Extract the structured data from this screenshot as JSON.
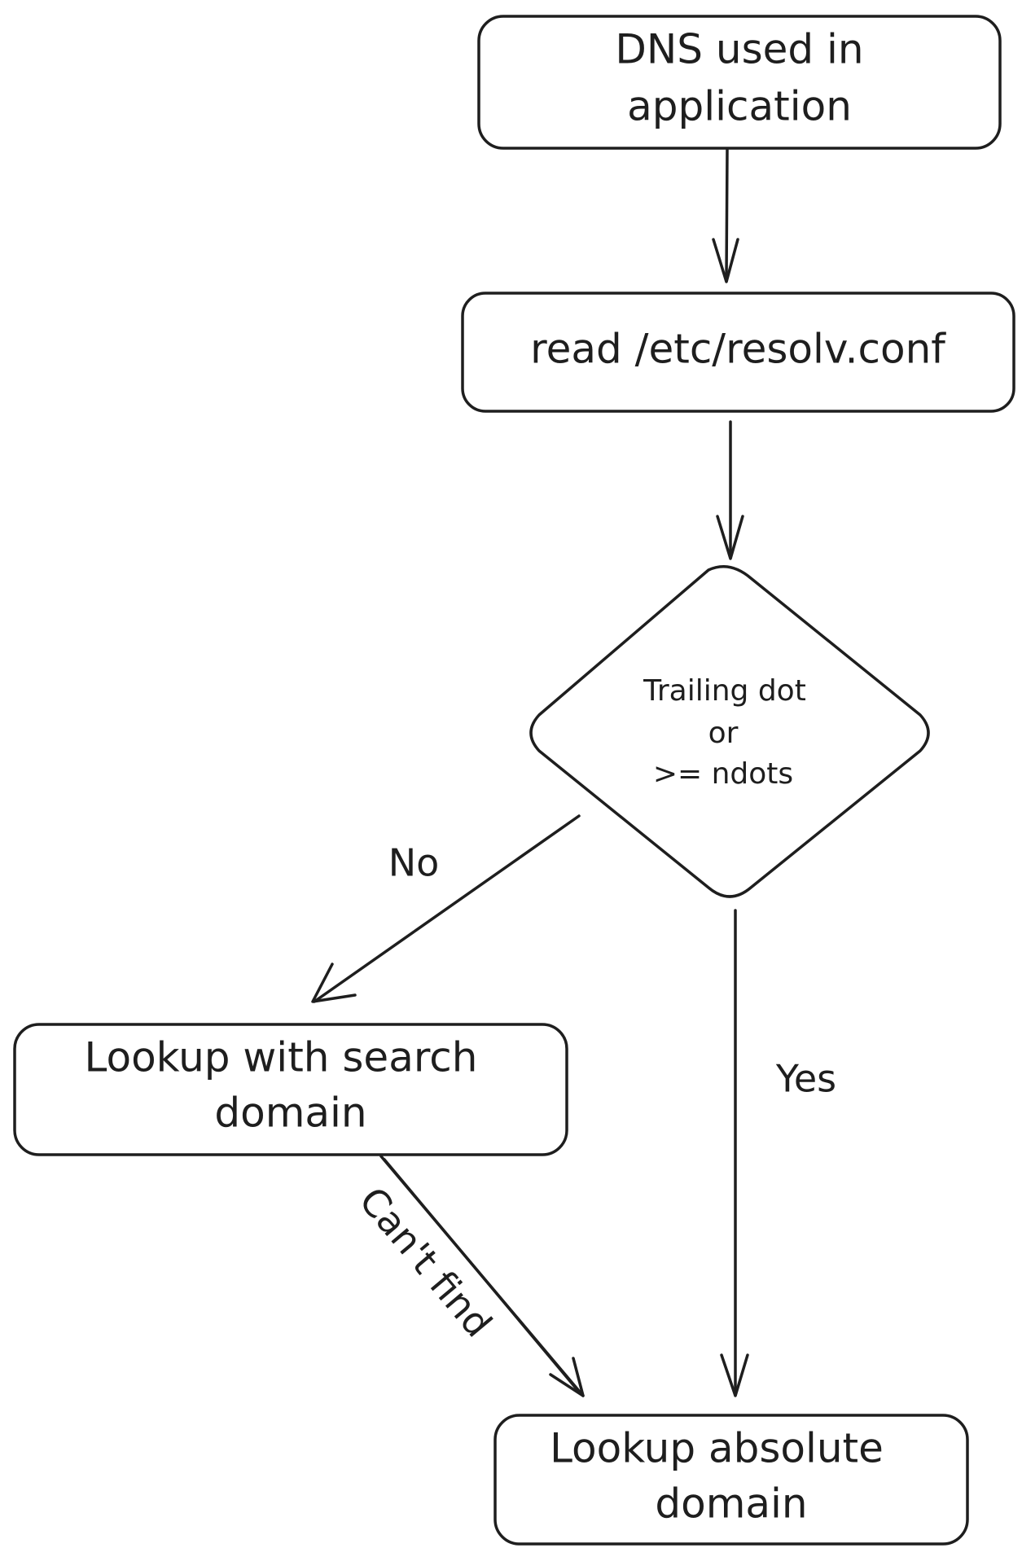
{
  "nodes": {
    "start": {
      "line1": "DNS used in",
      "line2": "application"
    },
    "read_conf": {
      "label": "read /etc/resolv.conf"
    },
    "decision": {
      "line1": "Trailing dot",
      "line2": "or",
      "line3": ">= ndots"
    },
    "search_lookup": {
      "line1": "Lookup with search",
      "line2": "domain"
    },
    "absolute_lookup": {
      "line1": "Lookup absolute",
      "line2": "domain"
    }
  },
  "edges": {
    "no_label": "No",
    "yes_label": "Yes",
    "cant_find_label": "Can't find"
  }
}
